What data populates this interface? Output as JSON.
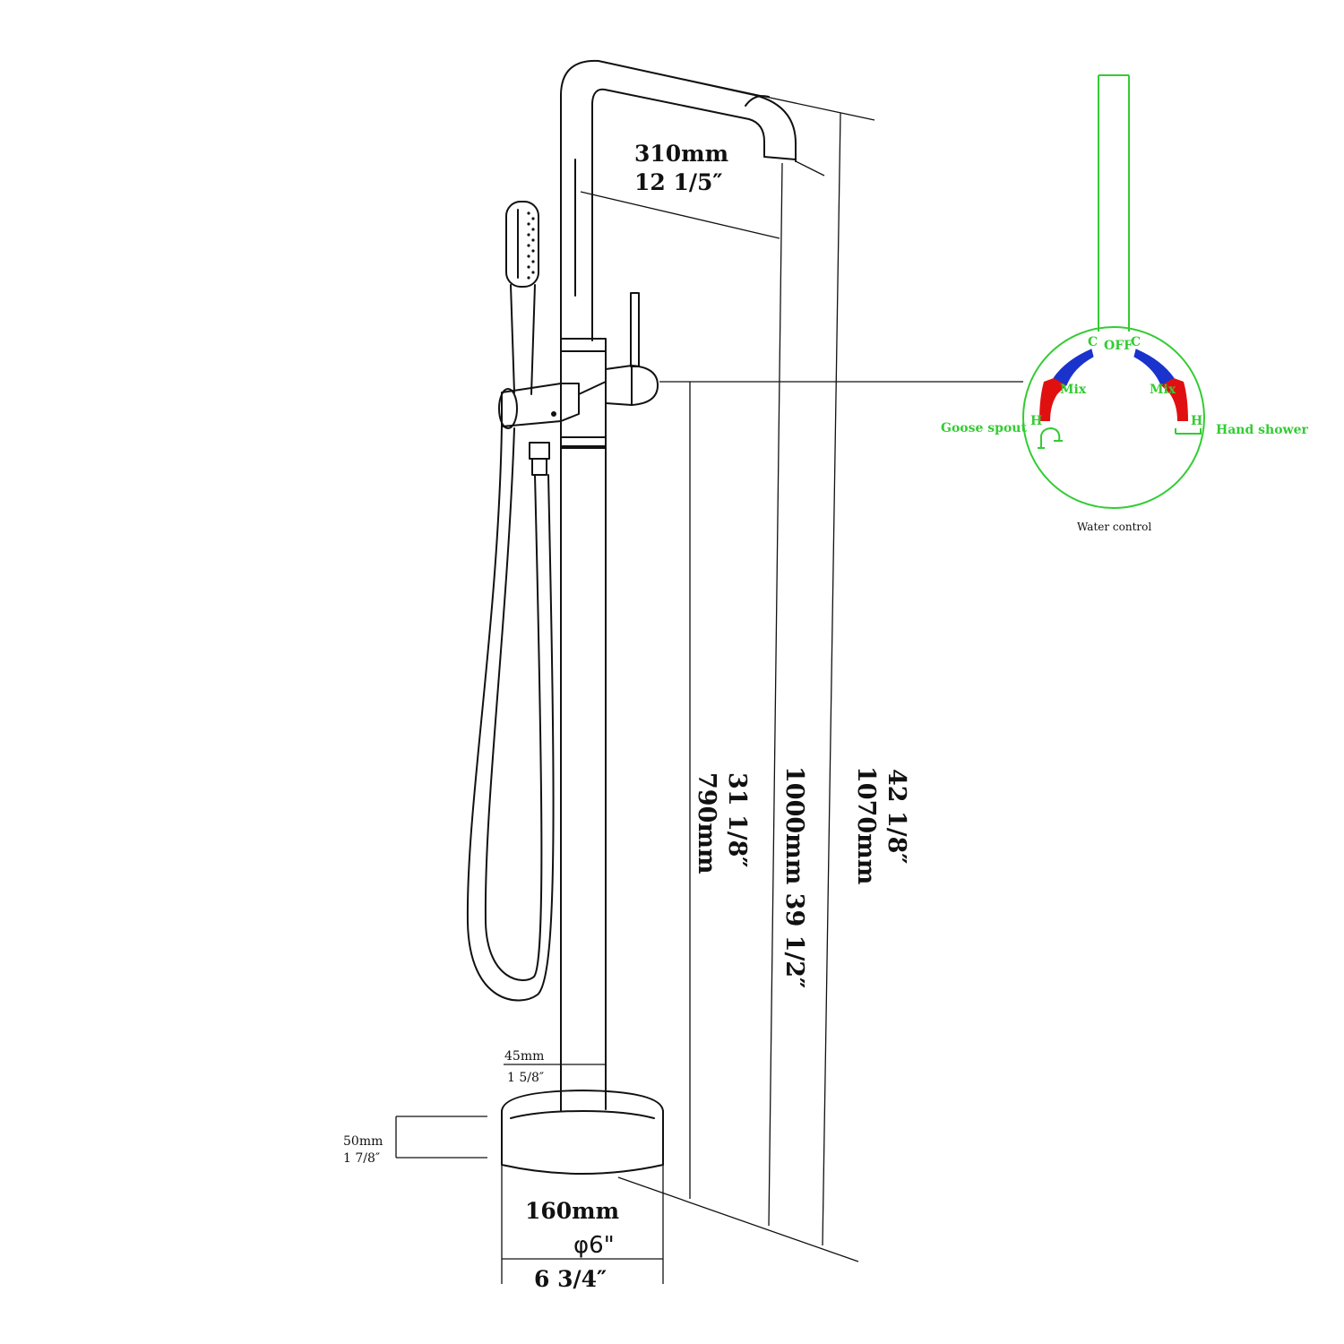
{
  "dimensions": {
    "spout_reach_mm": "310mm",
    "spout_reach_in": "12 1/5″",
    "valve_height_mm": "790mm",
    "valve_height_in": "31 1/8″",
    "spout_height": "1000mm 39 1/2″",
    "total_height_in": "42 1/8″",
    "total_height_mm": "1070mm",
    "pipe_diameter_mm": "45mm",
    "pipe_diameter_in": "1 5/8″",
    "base_height_mm": "50mm",
    "base_height_in": "1 7/8″",
    "base_width_mm": "160mm",
    "base_diameter_in": "φ6\"",
    "base_width_in": "6 3/4″"
  },
  "water_control": {
    "caption": "Water control",
    "off": "OFF",
    "cold_left": "C",
    "cold_right": "C",
    "mix_left": "Mix",
    "mix_right": "Mix",
    "hot_left": "H",
    "hot_right": "H",
    "left_label": "Goose spout",
    "right_label": "Hand shower",
    "colors": {
      "outline": "#33cc33",
      "cold": "#1a33cc",
      "hot": "#e01010"
    }
  }
}
